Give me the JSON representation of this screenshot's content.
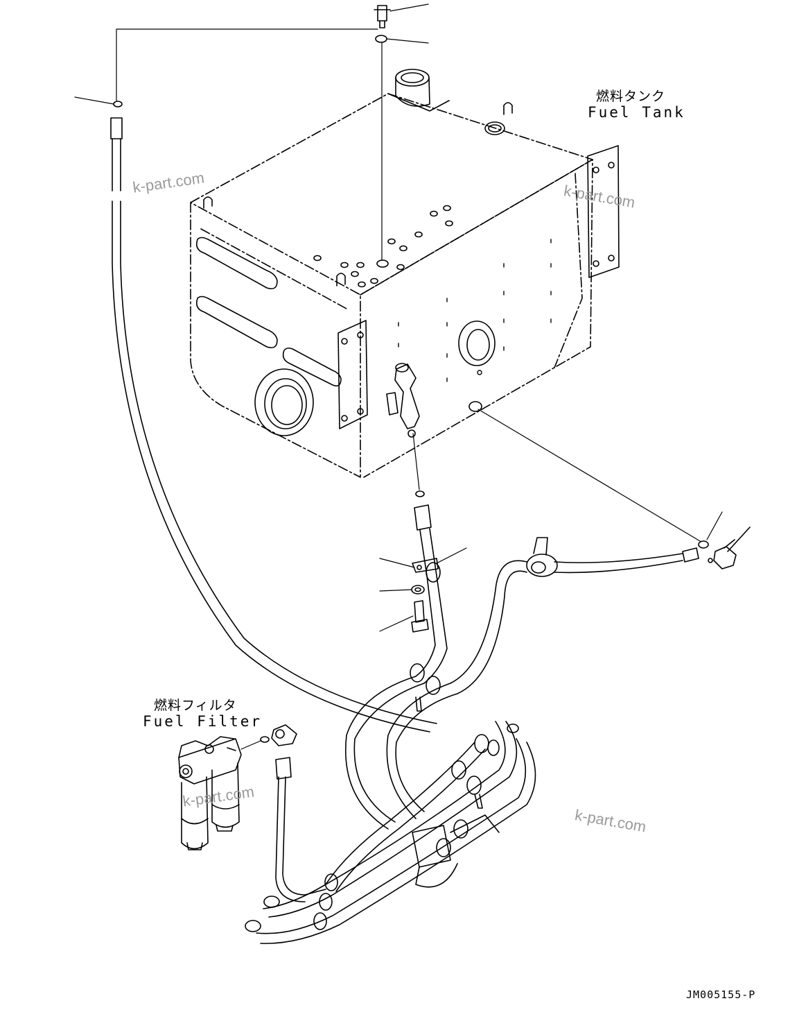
{
  "labels": {
    "fuel_tank_jp": "燃料タンク",
    "fuel_tank_en": "Fuel Tank",
    "fuel_filter_jp": "燃料フィルタ",
    "fuel_filter_en": "Fuel Filter"
  },
  "watermark": "k-part.com",
  "drawing_code": "JM005155-P",
  "colors": {
    "line": "#000000",
    "watermark": "#9a9a9a",
    "background": "#ffffff"
  }
}
